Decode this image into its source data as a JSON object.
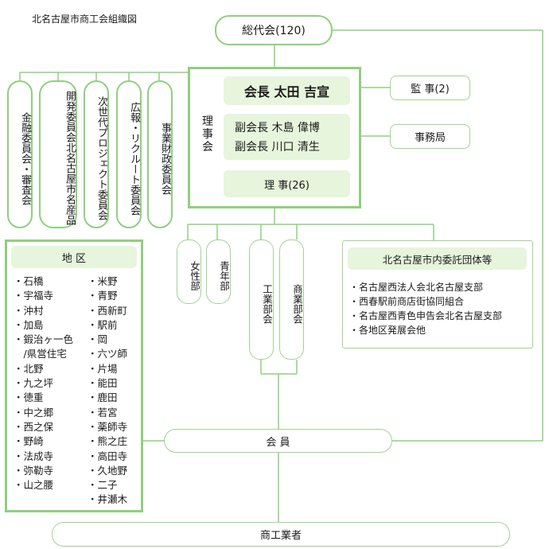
{
  "title": "北名古屋市商工会組織図",
  "general_meeting": "総代会(120)",
  "board": {
    "label": "理事会",
    "president": "会長 太田 吉宣",
    "vice_president_1": "副会長 木島 偉博",
    "vice_president_2": "副会長 川口 清生",
    "directors": "理 事(26)"
  },
  "auditors": "監 事(2)",
  "secretariat": "事務局",
  "committees": [
    "金融委員会・審査会",
    "開発委員会北名古屋市名産品",
    "次世代プロジェクト委員会",
    "広報・リクルート委員会",
    "事業財政委員会"
  ],
  "departments": [
    "女性部",
    "青年部",
    "工業部会",
    "商業部会"
  ],
  "district": {
    "header": "地 区",
    "col1": [
      "・石橋",
      "・宇福寺",
      "・沖村",
      "・加島",
      "・鍜治ヶ一色",
      "　/県営住宅",
      "・北野",
      "・九之坪",
      "・徳重",
      "・中之郷",
      "・西之保",
      "・野崎",
      "・法成寺",
      "・弥勒寺",
      "・山之腰"
    ],
    "col2": [
      "・米野",
      "・青野",
      "・西新町",
      "・駅前",
      "・岡",
      "・六ツ師",
      "・片場",
      "・能田",
      "・鹿田",
      "・若宮",
      "・薬師寺",
      "・熊之庄",
      "・高田寺",
      "・久地野",
      "・二子",
      "・井瀬木"
    ]
  },
  "commissioned": {
    "header": "北名古屋市内委託団体等",
    "items": [
      "・名古屋西法人会北名古屋支部",
      "・西春駅前商店街協同組合",
      "・名古屋西青色申告会北名古屋支部",
      "・各地区発展会他"
    ]
  },
  "members": "会 員",
  "businesses": "商工業者"
}
